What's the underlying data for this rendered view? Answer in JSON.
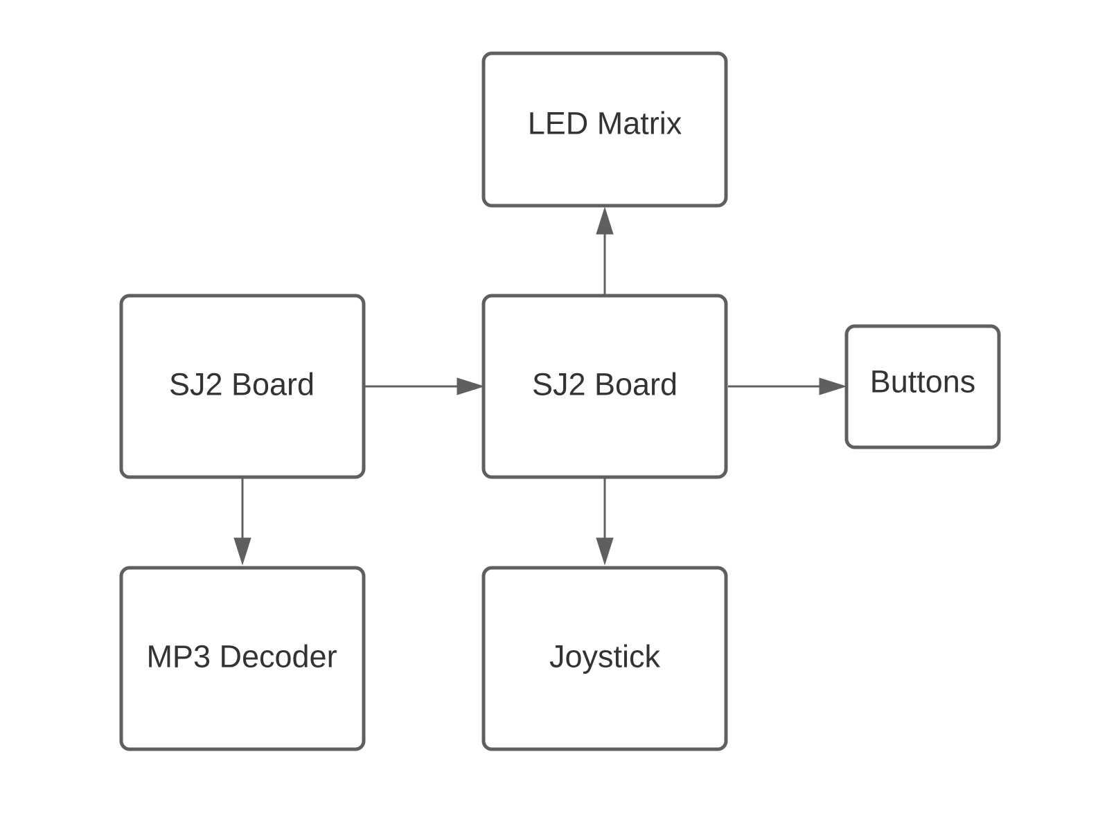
{
  "nodes": {
    "led_matrix": {
      "label": "LED Matrix"
    },
    "sj2_board_left": {
      "label": "SJ2 Board"
    },
    "sj2_board_center": {
      "label": "SJ2 Board"
    },
    "buttons": {
      "label": "Buttons"
    },
    "mp3_decoder": {
      "label": "MP3 Decoder"
    },
    "joystick": {
      "label": "Joystick"
    }
  },
  "edges": [
    {
      "from": "sj2_board_left",
      "to": "sj2_board_center"
    },
    {
      "from": "sj2_board_center",
      "to": "led_matrix"
    },
    {
      "from": "sj2_board_center",
      "to": "buttons"
    },
    {
      "from": "sj2_board_center",
      "to": "joystick"
    },
    {
      "from": "sj2_board_left",
      "to": "mp3_decoder"
    }
  ],
  "colors": {
    "stroke": "#5f5f5f",
    "text": "#333333",
    "background": "#ffffff"
  }
}
